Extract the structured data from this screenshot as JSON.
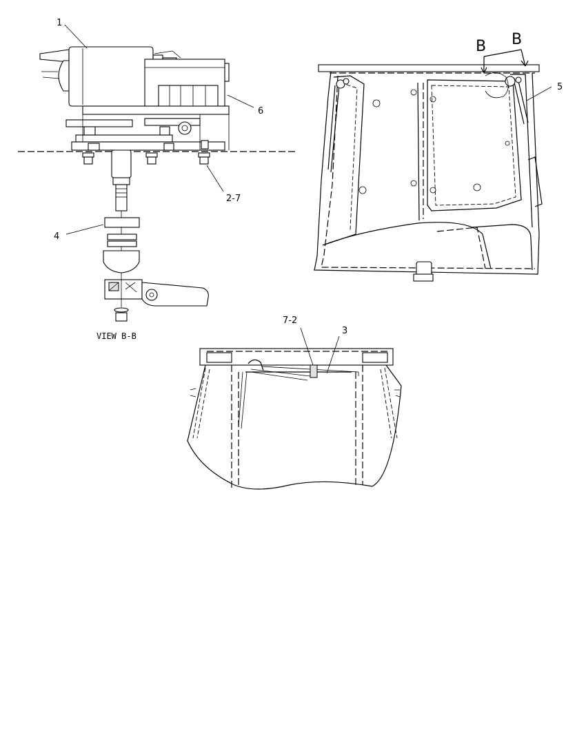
{
  "callouts": {
    "c1": "1",
    "c6": "6",
    "c27": "2-7",
    "c4": "4",
    "c5": "5",
    "c72": "7-2",
    "c3": "3"
  },
  "view_marks": {
    "b_left": "B",
    "b_right": "B"
  },
  "view_caption": "VIEW B-B"
}
